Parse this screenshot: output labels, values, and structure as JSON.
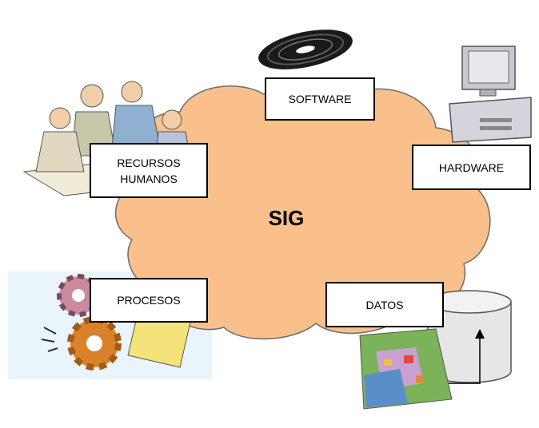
{
  "diagram": {
    "center": "SIG",
    "components": {
      "software": "SOFTWARE",
      "hardware": "HARDWARE",
      "recursos_line1": "RECURSOS",
      "recursos_line2": "HUMANOS",
      "procesos": "PROCESOS",
      "datos": "DATOS"
    },
    "colors": {
      "cloud_fill": "#f9c08b",
      "cloud_stroke": "#6b6b6b",
      "box_border": "#000000",
      "gear_orange": "#d9822b",
      "gear_pink": "#c98aa0",
      "paper_yellow": "#f4e27a",
      "disk_dark": "#1a1a1a"
    },
    "icons": [
      "cd-disc-icon",
      "computer-icon",
      "people-meeting-icon",
      "gears-icon",
      "database-cylinder-icon",
      "map-thumbnail-icon"
    ]
  }
}
